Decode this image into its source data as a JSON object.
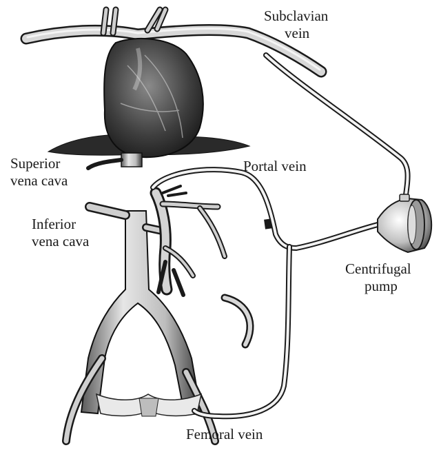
{
  "labels": {
    "subclavian_vein": [
      "Subclavian",
      "vein"
    ],
    "superior_vena_cava": [
      "Superior",
      "vena cava"
    ],
    "portal_vein": "Portal vein",
    "inferior_vena_cava": [
      "Inferior",
      "vena cava"
    ],
    "centrifugal_pump": [
      "Centrifugal",
      "pump"
    ],
    "femoral_vein": "Femoral vein"
  },
  "colors": {
    "ink": "#1a1a1a",
    "vessel_fill": "#dcdcdc",
    "heart_fill": "#3c3c3c",
    "tube_fill": "#f2f2f2"
  }
}
